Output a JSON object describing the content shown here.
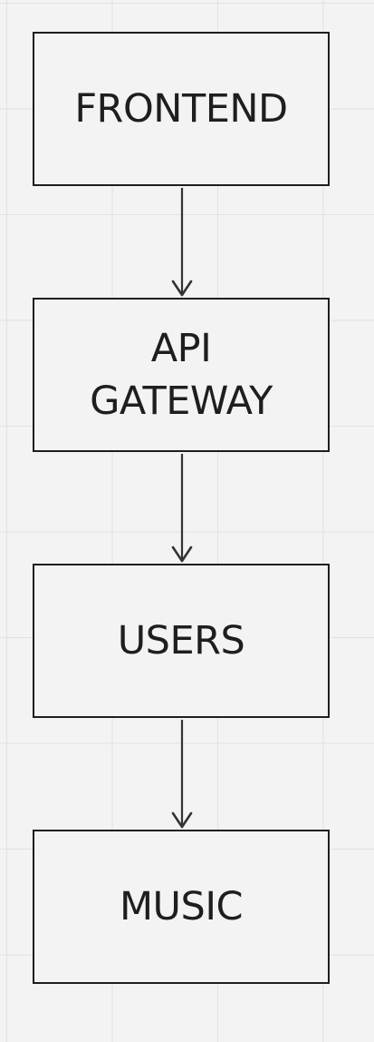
{
  "diagram": {
    "type": "flowchart",
    "direction": "top-to-bottom",
    "nodes": [
      {
        "id": "frontend",
        "label": "FRONTEND"
      },
      {
        "id": "api-gateway",
        "label": "API\nGATEWAY"
      },
      {
        "id": "users",
        "label": "USERS"
      },
      {
        "id": "music",
        "label": "MUSIC"
      }
    ],
    "edges": [
      {
        "from": "frontend",
        "to": "api-gateway"
      },
      {
        "from": "api-gateway",
        "to": "users"
      },
      {
        "from": "users",
        "to": "music"
      }
    ]
  },
  "colors": {
    "background": "#f3f3f3",
    "grid": "#e2e2e2",
    "stroke": "#1e1e1e"
  }
}
